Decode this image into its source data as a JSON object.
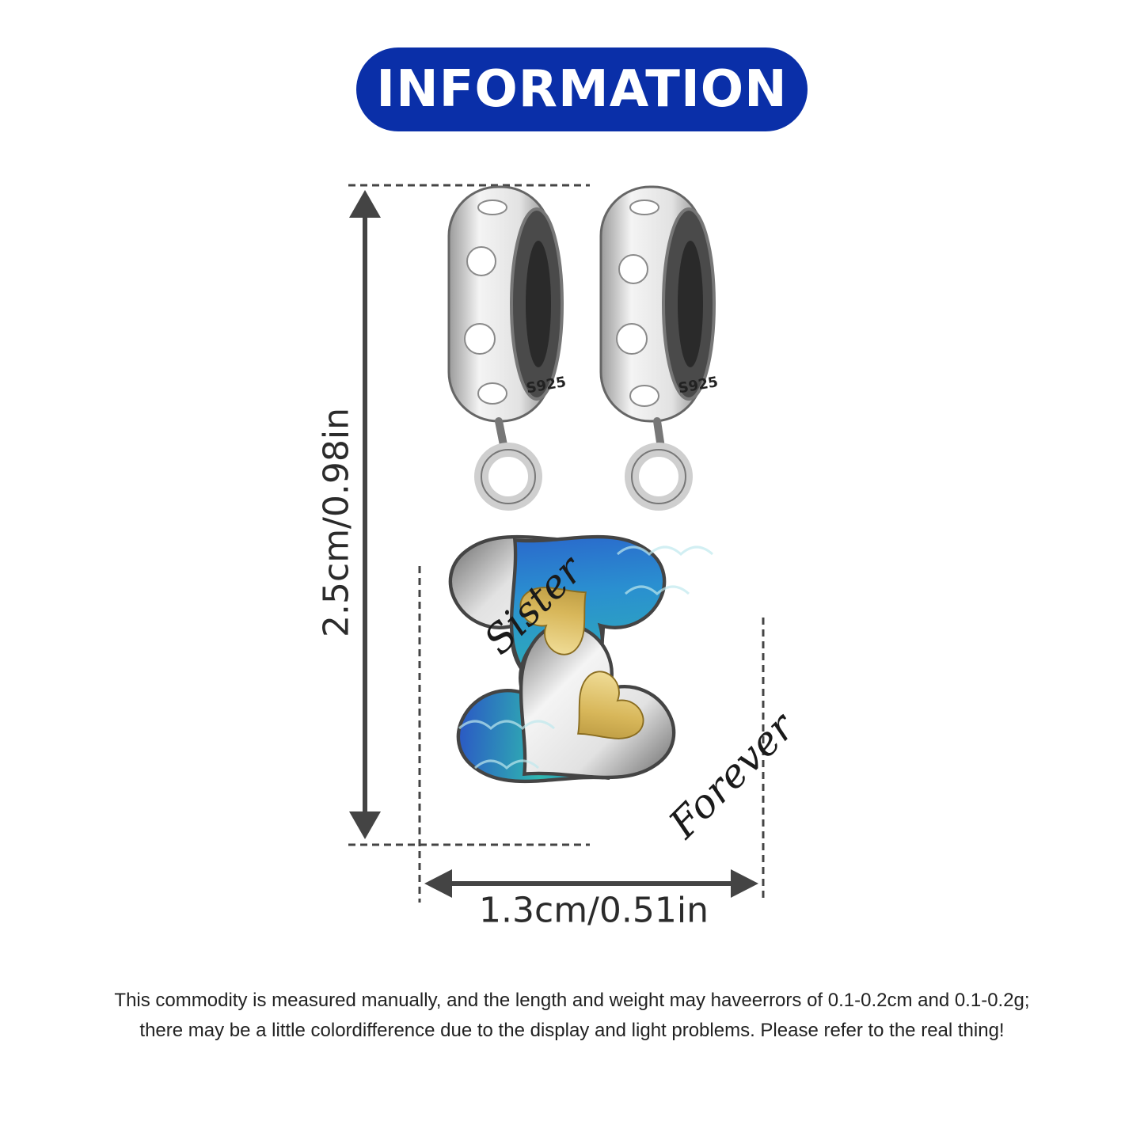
{
  "banner": {
    "title": "INFORMATION"
  },
  "product": {
    "name_part_left": "Sister",
    "name_part_right": "Forever",
    "stamp_left": "S925",
    "stamp_right": "S925"
  },
  "dimensions": {
    "height_label": "2.5cm/0.98in",
    "width_label": "1.3cm/0.51in"
  },
  "disclaimer": {
    "line1": "This commodity is measured manually, and the length and weight may haveerrors of 0.1-0.2cm and 0.1-0.2g;",
    "line2": "there may be a little colordifference due to the display and light problems. Please refer to the real thing!"
  },
  "colors": {
    "banner": "#0a2fa8",
    "arrow": "#444444",
    "silver": "#d9d9d9",
    "enamel_blue": "#2a47c8",
    "enamel_teal": "#2fb8b0",
    "gold": "#d8b75a"
  }
}
